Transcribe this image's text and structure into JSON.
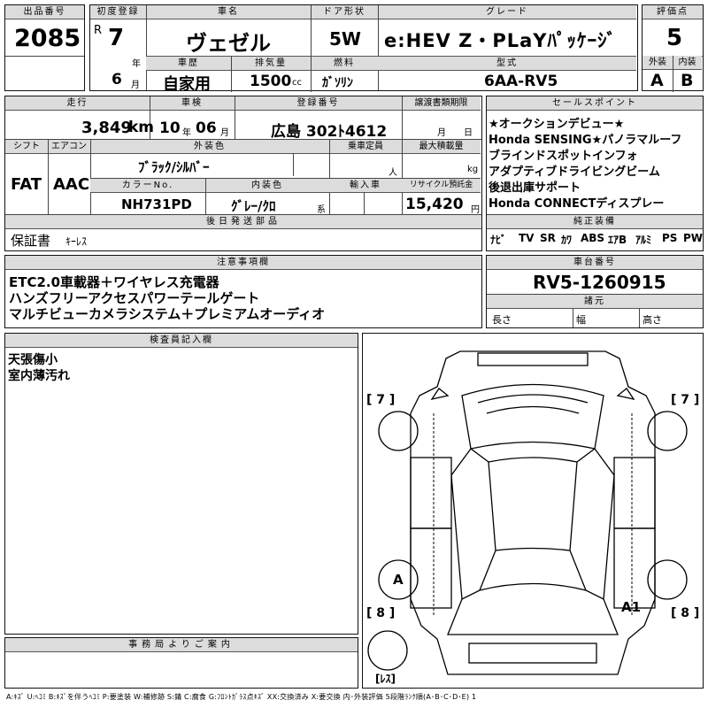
{
  "lot": {
    "label": "出品番号",
    "value": "2085"
  },
  "first_reg": {
    "label": "初度登録",
    "era": "R",
    "year": "7",
    "year_unit": "年",
    "month": "6",
    "month_unit": "月"
  },
  "car_name": {
    "label": "車名",
    "value": "ヴェゼル"
  },
  "door": {
    "label": "ドア形状",
    "value": "5W"
  },
  "grade": {
    "label": "グレード",
    "value": "e:HEV Z・PLaYﾊﾟｯｹｰｼﾞ"
  },
  "score": {
    "label": "評価点",
    "value": "5",
    "exterior_label": "外装",
    "exterior": "A",
    "interior_label": "内装",
    "interior": "B"
  },
  "history": {
    "label": "車歴",
    "value": "自家用"
  },
  "displacement": {
    "label": "排気量",
    "value": "1500",
    "unit": "cc"
  },
  "fuel": {
    "label": "燃料",
    "value": "ｶﾞｿﾘﾝ"
  },
  "model": {
    "label": "型式",
    "value": "6AA-RV5"
  },
  "mileage": {
    "label": "走行",
    "value": "3,849",
    "unit": "km"
  },
  "inspection": {
    "label": "車検",
    "year": "10",
    "year_unit": "年",
    "month": "06",
    "month_unit": "月"
  },
  "reg_no": {
    "label": "登録番号",
    "value": "広島 302ﾄ4612"
  },
  "transfer": {
    "label": "譲渡書類期限",
    "month_unit": "月",
    "day_unit": "日"
  },
  "shift": {
    "label": "シフト",
    "value": "FAT"
  },
  "aircon": {
    "label": "エアコン",
    "value": "AAC"
  },
  "ext_color": {
    "label": "外装色",
    "value": "ﾌﾞﾗｯｸ/ｼﾙﾊﾞｰ"
  },
  "capacity": {
    "label": "乗車定員",
    "unit": "人"
  },
  "max_load": {
    "label": "最大積載量",
    "unit": "kg"
  },
  "color_no": {
    "label": "カラーNo.",
    "value": "NH731PD"
  },
  "int_color": {
    "label": "内装色",
    "value": "ｸﾞﾚｰ/ｸﾛ",
    "unit": "系"
  },
  "import": {
    "label": "輸入車"
  },
  "recycle": {
    "label": "リサイクル預託金",
    "value": "15,420",
    "unit": "円"
  },
  "later_parts": {
    "label": "後日発送部品",
    "value": "保証書",
    "extra": "ｷｰﾚｽ"
  },
  "sales_points": {
    "label": "セールスポイント",
    "lines": [
      "★オークションデビュー★",
      "Honda SENSING★パノラマルーフ",
      "ブラインドスポットインフォ",
      "アダプティブドライビングビーム",
      "後退出庫サポート",
      "Honda CONNECTディスプレー"
    ]
  },
  "equipment": {
    "label": "純正装備",
    "items": [
      "ﾅﾋﾞ",
      "TV",
      "SR",
      "ｶﾜ",
      "ABS",
      "ｴｱB",
      "ｱﾙﾐ",
      "PS",
      "PW"
    ]
  },
  "notes": {
    "label": "注意事項欄",
    "lines": [
      "ETC2.0車載器＋ワイヤレス充電器",
      "ハンズフリーアクセスパワーテールゲート",
      "マルチビューカメラシステム＋プレミアムオーディオ"
    ]
  },
  "chassis": {
    "label": "車台番号",
    "value": "RV5-1260915"
  },
  "dims": {
    "label": "諸元",
    "length": "長さ",
    "width": "幅",
    "height": "高さ"
  },
  "inspector": {
    "label": "検査員記入欄",
    "lines": [
      "天張傷小",
      "室内薄汚れ"
    ]
  },
  "office": {
    "label": "事務局よりご案内"
  },
  "diagram": {
    "marks": [
      {
        "text": "[ 7 ]"
      },
      {
        "text": "[ 7 ]"
      },
      {
        "text": "[ 8 ]"
      },
      {
        "text": "[ 8 ]"
      },
      {
        "text": "[ﾚｽ]"
      }
    ],
    "annotations": [
      {
        "text": "A"
      },
      {
        "text": "A1"
      }
    ]
  },
  "legend": "A:ｷｽﾞ U:ﾍｺﾐ B:ｷｽﾞを伴うﾍｺﾐ P:要塗装 W:補修跡 S:錆 C:腐食 G:ﾌﾛﾝﾄｶﾞﾗｽ点ｷｽﾞ XX:交換済み X:要交換 内･外装評価 5段階ﾗﾝｸ順(A･B･C･D･E) 1"
}
